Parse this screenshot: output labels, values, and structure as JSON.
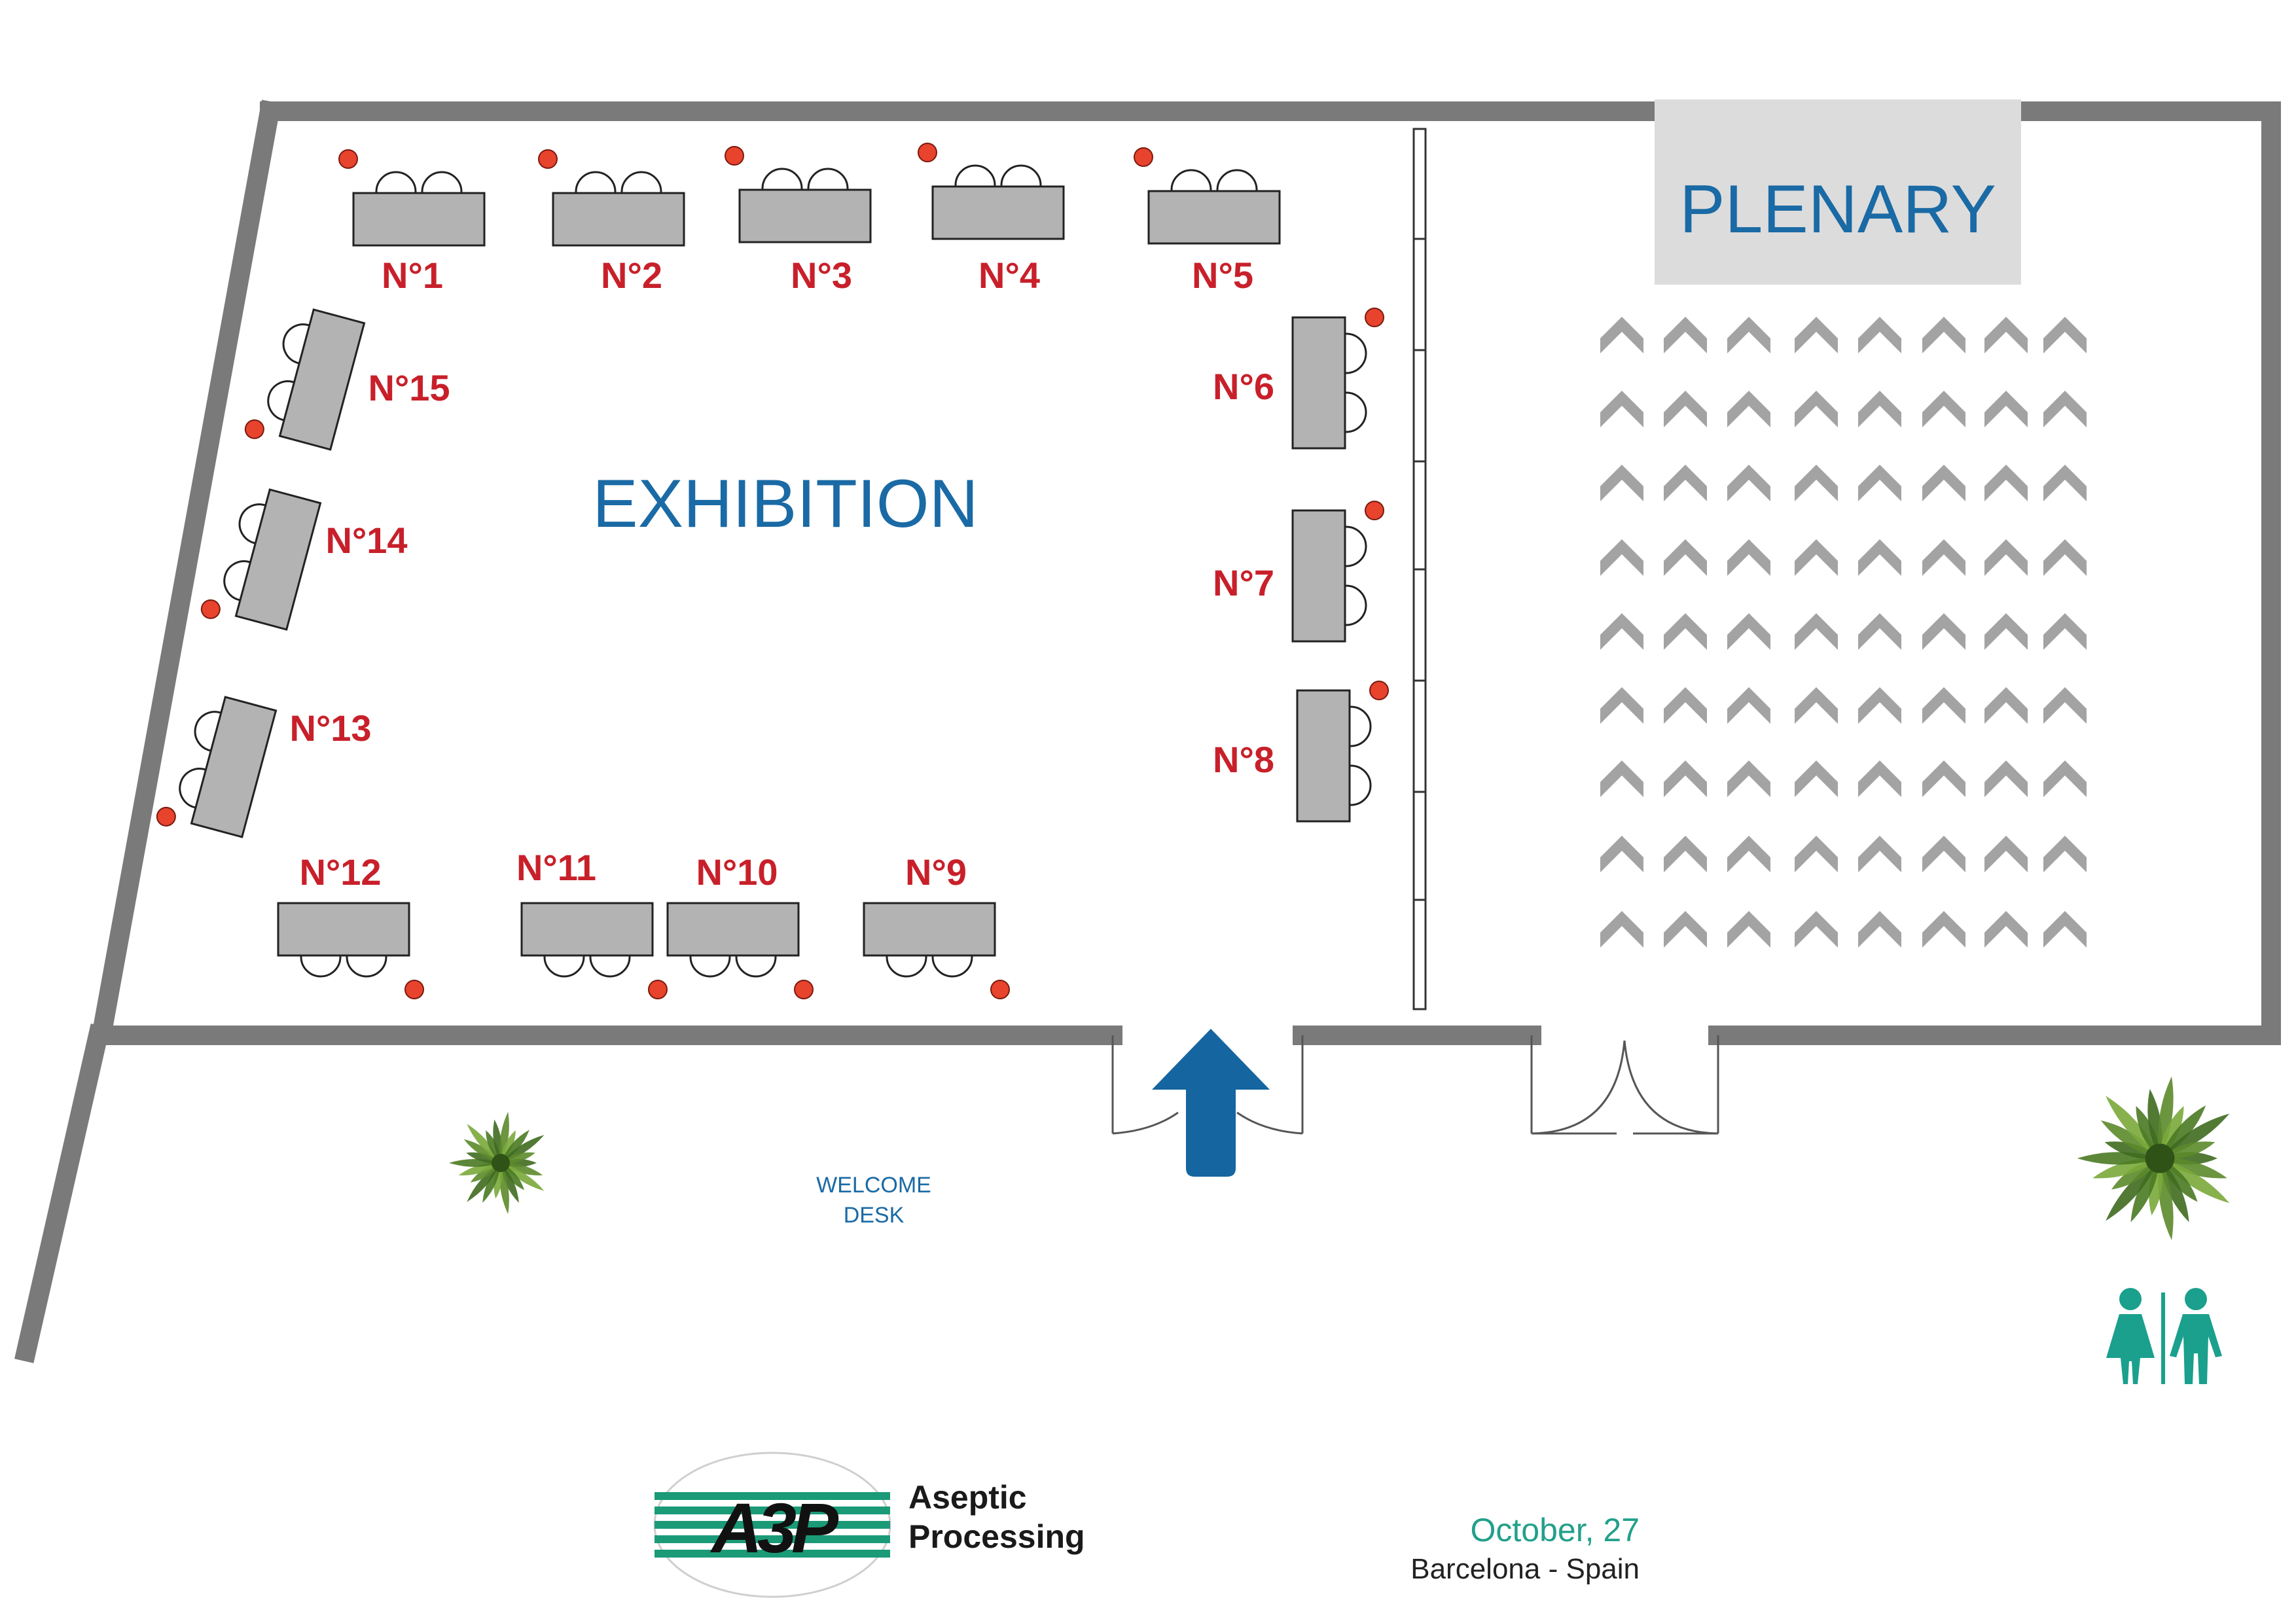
{
  "rooms": {
    "exhibition": "EXHIBITION",
    "plenary": "PLENARY"
  },
  "welcome_desk": {
    "line1": "WELCOME",
    "line2": "DESK"
  },
  "booths": [
    {
      "id": "1",
      "label": "N°1"
    },
    {
      "id": "2",
      "label": "N°2"
    },
    {
      "id": "3",
      "label": "N°3"
    },
    {
      "id": "4",
      "label": "N°4"
    },
    {
      "id": "5",
      "label": "N°5"
    },
    {
      "id": "6",
      "label": "N°6"
    },
    {
      "id": "7",
      "label": "N°7"
    },
    {
      "id": "8",
      "label": "N°8"
    },
    {
      "id": "9",
      "label": "N°9"
    },
    {
      "id": "10",
      "label": "N°10"
    },
    {
      "id": "11",
      "label": "N°11"
    },
    {
      "id": "12",
      "label": "N°12"
    },
    {
      "id": "13",
      "label": "N°13"
    },
    {
      "id": "14",
      "label": "N°14"
    },
    {
      "id": "15",
      "label": "N°15"
    }
  ],
  "plenary_seating": {
    "rows": 9,
    "columns": 8
  },
  "logo": {
    "mark": "A3P",
    "line1": "Aseptic",
    "line2": "Processing"
  },
  "event": {
    "date": "October, 27",
    "location": "Barcelona - Spain"
  },
  "icons": [
    "entrance-arrow-icon",
    "plant-icon",
    "restroom-icon",
    "door-icon"
  ],
  "colors": {
    "wall": "#7a7a7a",
    "table": "#b3b3b3",
    "booth_label": "#c8202a",
    "staff_dot": "#e8432c",
    "room_label": "#1a6aa5",
    "entrance_arrow": "#1565a0",
    "restroom": "#1aa08c",
    "brand_green": "#1b9a78",
    "plenary_header": "#dcdcdc",
    "chair": "#a3a3a3"
  }
}
